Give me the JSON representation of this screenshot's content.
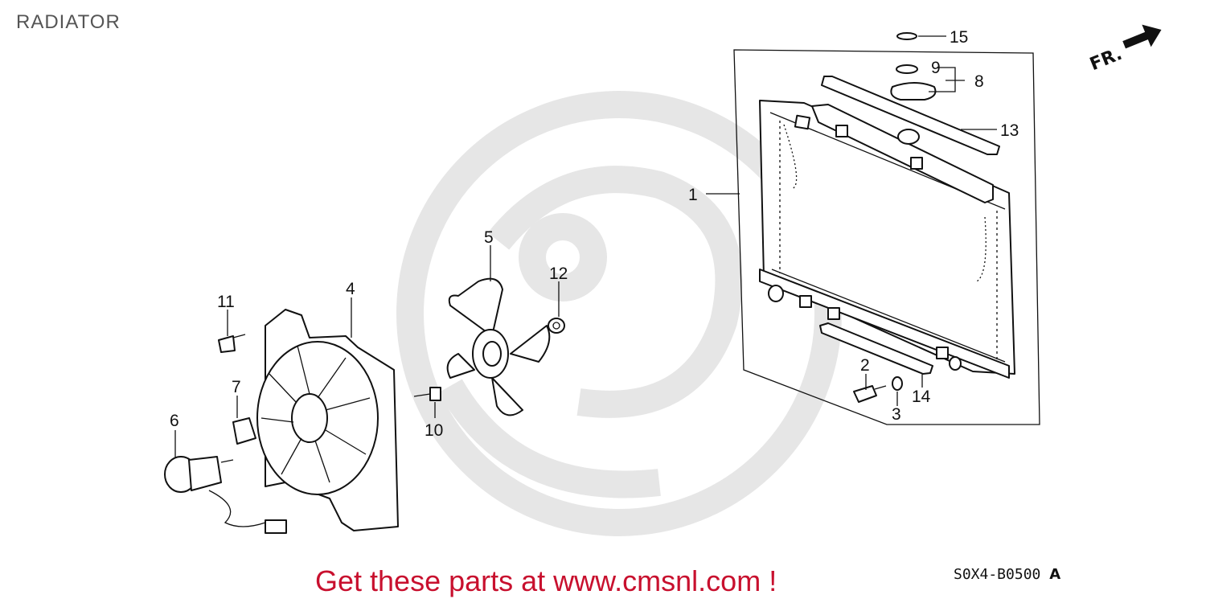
{
  "title": "RADIATOR",
  "footer": {
    "link_text": "Get these parts at www.cmsnl.com !"
  },
  "diagram_code": {
    "code": "S0X4-B0500",
    "suffix": "A"
  },
  "direction_label": "FR.",
  "colors": {
    "footer_link": "#c8102e",
    "line": "#111111",
    "watermark": "#e6e6e6"
  },
  "callouts": {
    "c1": "1",
    "c2": "2",
    "c3": "3",
    "c4": "4",
    "c5": "5",
    "c6": "6",
    "c7": "7",
    "c8": "8",
    "c9": "9",
    "c10": "10",
    "c11": "11",
    "c12": "12",
    "c13": "13",
    "c14": "14",
    "c15": "15"
  }
}
